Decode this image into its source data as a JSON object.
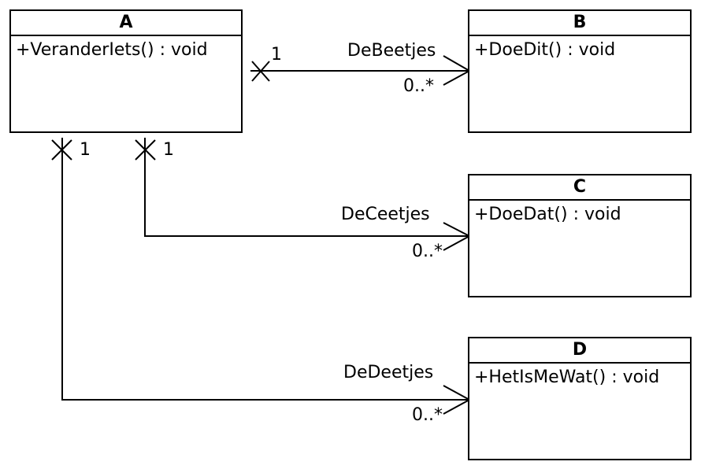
{
  "classes": {
    "a": {
      "name": "A",
      "operation": "+VeranderIets() : void"
    },
    "b": {
      "name": "B",
      "operation": "+DoeDit() : void"
    },
    "c": {
      "name": "C",
      "operation": "+DoeDat() : void"
    },
    "d": {
      "name": "D",
      "operation": "+HetIsMeWat() : void"
    }
  },
  "associations": {
    "ab": {
      "role": "DeBeetjes",
      "source_multiplicity": "1",
      "target_multiplicity": "0..*"
    },
    "ac": {
      "role": "DeCeetjes",
      "source_multiplicity": "1",
      "target_multiplicity": "0..*"
    },
    "ad": {
      "role": "DeDeetjes",
      "source_multiplicity": "1",
      "target_multiplicity": "0..*"
    }
  }
}
